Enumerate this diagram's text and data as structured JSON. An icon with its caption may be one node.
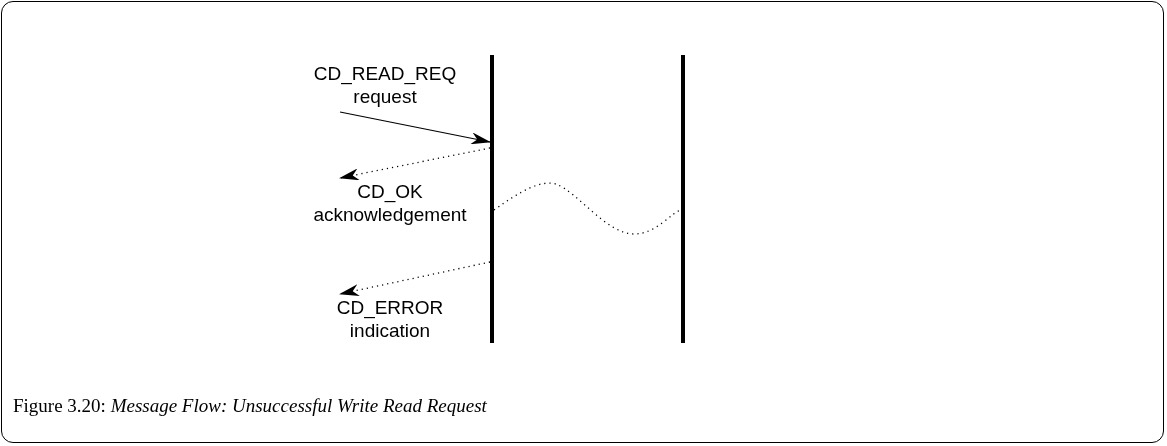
{
  "diagram": {
    "caption": "Figure 3.20: *Message Flow: Unsuccessful Write Read Request*",
    "nodes": [
      {
        "text": [
          "CD_READ_REQ request"
        ]
      },
      {
        "text": [],
        "shape": "bar"
      },
      {
        "text": [],
        "shape": "bar"
      },
      {
        "text": [
          "CD_OK acknowledgement"
        ]
      },
      {
        "text": [
          "CD_ERROR indication"
        ]
      }
    ],
    "edges": [
      {
        "from": 0,
        "to": 1,
        "arrow": "to"
      },
      {
        "from": 1,
        "to": 3,
        "arrow": "to",
        "style": "dashed"
      },
      {
        "from": 1,
        "to": 2,
        "arrow": "none",
        "style": "dashed"
      },
      {
        "from": 1,
        "to": 4,
        "arrow": "to",
        "style": "dashed"
      }
    ]
  }
}
